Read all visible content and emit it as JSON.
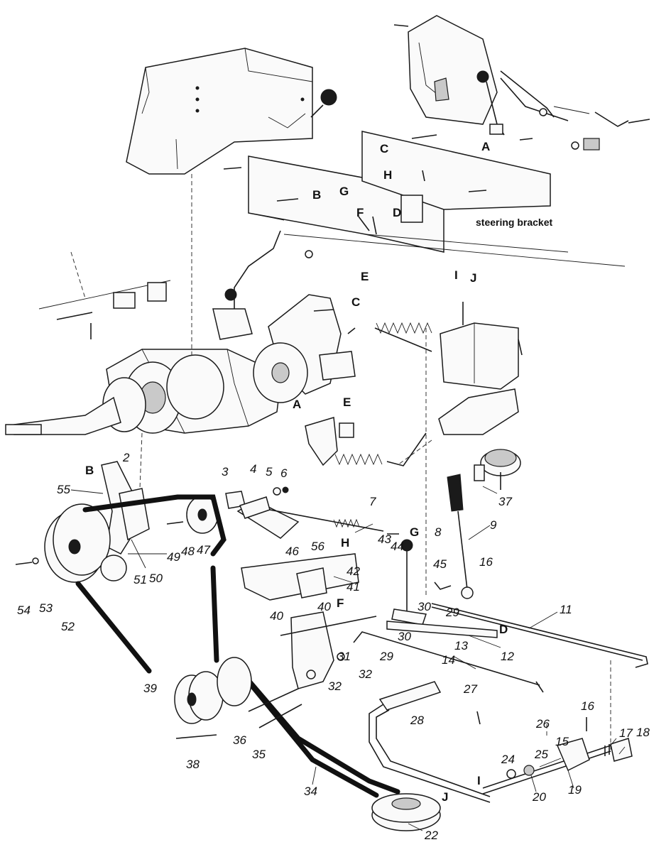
{
  "labels": {
    "l2": "2",
    "l3": "3",
    "l4": "4",
    "l5": "5",
    "l6": "6",
    "l7": "7",
    "l8": "8",
    "l9": "9",
    "l11": "11",
    "l12": "12",
    "l13": "13",
    "l14": "14",
    "l15": "15",
    "l16a": "16",
    "l16b": "16",
    "l17": "17",
    "l18": "18",
    "l19": "19",
    "l20": "20",
    "l22": "22",
    "l24": "24",
    "l25": "25",
    "l26": "26",
    "l27": "27",
    "l28": "28",
    "l29a": "29",
    "l29b": "29",
    "l30a": "30",
    "l30b": "30",
    "l31": "31",
    "l32a": "32",
    "l32b": "32",
    "l34": "34",
    "l35": "35",
    "l36": "36",
    "l37": "37",
    "l38": "38",
    "l39": "39",
    "l40a": "40",
    "l40b": "40",
    "l41": "41",
    "l42": "42",
    "l43": "43",
    "l44": "44",
    "l45": "45",
    "l46": "46",
    "l47": "47",
    "l48": "48",
    "l49": "49",
    "l50": "50",
    "l51": "51",
    "l52": "52",
    "l53": "53",
    "l54": "54",
    "l55": "55",
    "l56": "56",
    "A_top": "A",
    "A_mid": "A",
    "B_top": "B",
    "B_mid": "B",
    "C_top": "C",
    "C_mid": "C",
    "D_top": "D",
    "D_mid": "D",
    "E_top": "E",
    "E_mid": "E",
    "F_top": "F",
    "F_mid": "F",
    "G_top": "G",
    "G_mid": "G",
    "H_top": "H",
    "H_mid": "H",
    "I_top": "I",
    "I_bot": "I",
    "J_top": "J",
    "J_bot": "J",
    "steering_bracket": "steering bracket"
  }
}
